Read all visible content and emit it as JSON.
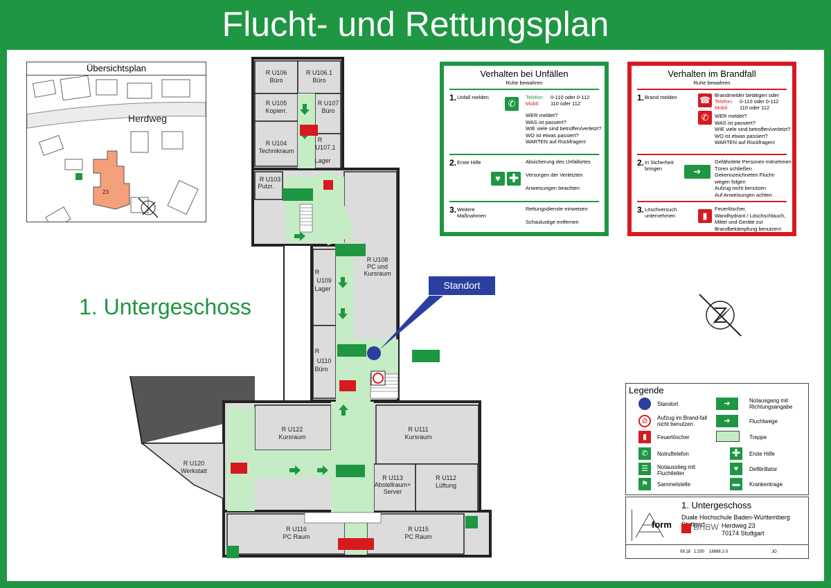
{
  "title": "Flucht- und Rettungsplan",
  "floor_label": "1. Untergeschoss",
  "overview": {
    "title": "Übersichtsplan",
    "street": "Herdweg",
    "building_number": "23"
  },
  "standort_label": "Standort",
  "rooms": {
    "u106": [
      "R U106",
      "Büro"
    ],
    "u1061": [
      "R U106.1",
      "Büro"
    ],
    "u105": [
      "R U105",
      "Kopierr."
    ],
    "u107": [
      "R U107",
      "Büro"
    ],
    "u104": [
      "R U104",
      "Technikraum"
    ],
    "u1071": [
      "R",
      "U107.1",
      "Lager"
    ],
    "u103": [
      "R U103",
      "Putzr."
    ],
    "u108": [
      "R U108",
      "PC und",
      "Kursraum"
    ],
    "u109": [
      "R",
      "U109",
      "Lager"
    ],
    "u110": [
      "R",
      "U110",
      "Büro"
    ],
    "u122": [
      "R U122",
      "Kursraum"
    ],
    "u111": [
      "R U111",
      "Kursraum"
    ],
    "u120": [
      "R U120",
      "Werkstatt"
    ],
    "u113": [
      "R U113",
      "Abstellraum+",
      "Server"
    ],
    "u112": [
      "R U112",
      "Lüftung"
    ],
    "u116": [
      "R U116",
      "PC Raum"
    ],
    "u115": [
      "R U115",
      "PC Raum"
    ]
  },
  "accident": {
    "title": "Verhalten bei Unfällen",
    "subtitle": "Ruhe bewahren",
    "s1": {
      "num": "1.",
      "label": "Unfall melden",
      "tel_key": "Telefon:",
      "tel_val": "0-110 oder 0-112",
      "mob_key": "Mobil:",
      "mob_val": "110 oder 112",
      "text": "WER meldet?\nWAS ist passiert?\nWIE viele sind betroffen/verletzt?\nWO ist etwas passiert?\nWARTEN auf Rückfragen!"
    },
    "s2": {
      "num": "2.",
      "label": "Erste Hilfe",
      "text": "Absicherung des Unfallortes\n\nVersorgen der Verletzten\n\nAnweisungen beachten"
    },
    "s3": {
      "num": "3.",
      "label": "Weitere Maßnahmen",
      "text": "Rettungsdienste einweisen\n\nSchaulustige entfernen"
    }
  },
  "fire": {
    "title": "Verhalten im Brandfall",
    "subtitle": "Ruhe bewahren",
    "s1": {
      "num": "1.",
      "label": "Brand melden",
      "line1": "Brandmelder betätigen oder",
      "tel_key": "Telefon:",
      "tel_val": "0-110 oder 0-112",
      "mob_key": "Mobil:",
      "mob_val": "110 oder 112",
      "text": "WER meldet?\nWAS ist passiert?\nWIE viele sind betroffen/verletzt?\nWO ist etwas passiert?\nWARTEN auf Rückfragen!"
    },
    "s2": {
      "num": "2.",
      "label": "In Sicherheit bringen",
      "text": "Gefährdete Personen mitnehmen\nTüren schließen\nGekennzeichneten Flucht-\nwegen folgen\nAufzug nicht benutzen\nAuf Anweisungen achten"
    },
    "s3": {
      "num": "3.",
      "label": "Löschversuch unternehmen",
      "text": "Feuerlöscher,\nWandhydrant / Löschschlauch,\nMittel und Geräte zur\nBrandbekämpfung benutzen!"
    }
  },
  "legend": {
    "title": "Legende",
    "items": [
      "Standort",
      "Notausgang mit Richtungsangabe",
      "Aufzug im Brand-fall nicht benutzen",
      "Fluchtwege",
      "Feuerlöscher",
      "Treppe",
      "Notruftelefon",
      "Erste Hilfe",
      "Notausstieg mit Fluchtleiter",
      "Defibrillator",
      "Sammelstelle",
      "Krankentrage"
    ]
  },
  "titleblock": {
    "floor": "1. Untergeschoss",
    "org": "Duale Hochschule Baden-Württemberg Stuttgart",
    "address1": "Herdweg 23",
    "address2": "70174 Stuttgart",
    "logo_text": "form",
    "dhbw": "DHBW",
    "date": "09.18",
    "scale": "1:250",
    "drawing_no": "18888.2-3",
    "initials": "JO"
  },
  "colors": {
    "green": "#1e9642",
    "red": "#d71920",
    "blue": "#2b3fa0",
    "route": "#c5ecc5",
    "room": "#dcdcdc"
  }
}
